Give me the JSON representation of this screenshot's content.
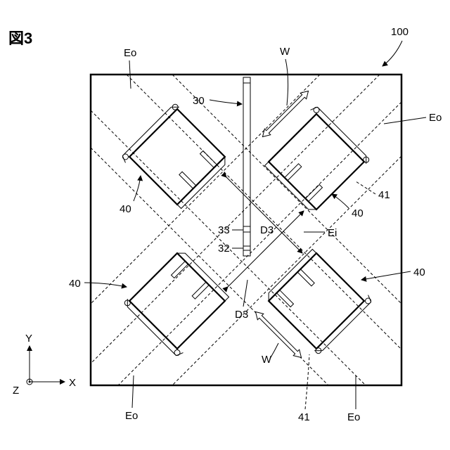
{
  "figure_title": "図3",
  "labels": {
    "device": "100",
    "outer_region": "Eo",
    "inner_region": "Ei",
    "slot_member": "30",
    "slot_part_a": "33",
    "slot_part_b": "32",
    "antenna": "40",
    "dashed_edge": "41",
    "width": "W",
    "distance": "D3",
    "axis_x": "X",
    "axis_y": "Y",
    "axis_z": "Z"
  }
}
